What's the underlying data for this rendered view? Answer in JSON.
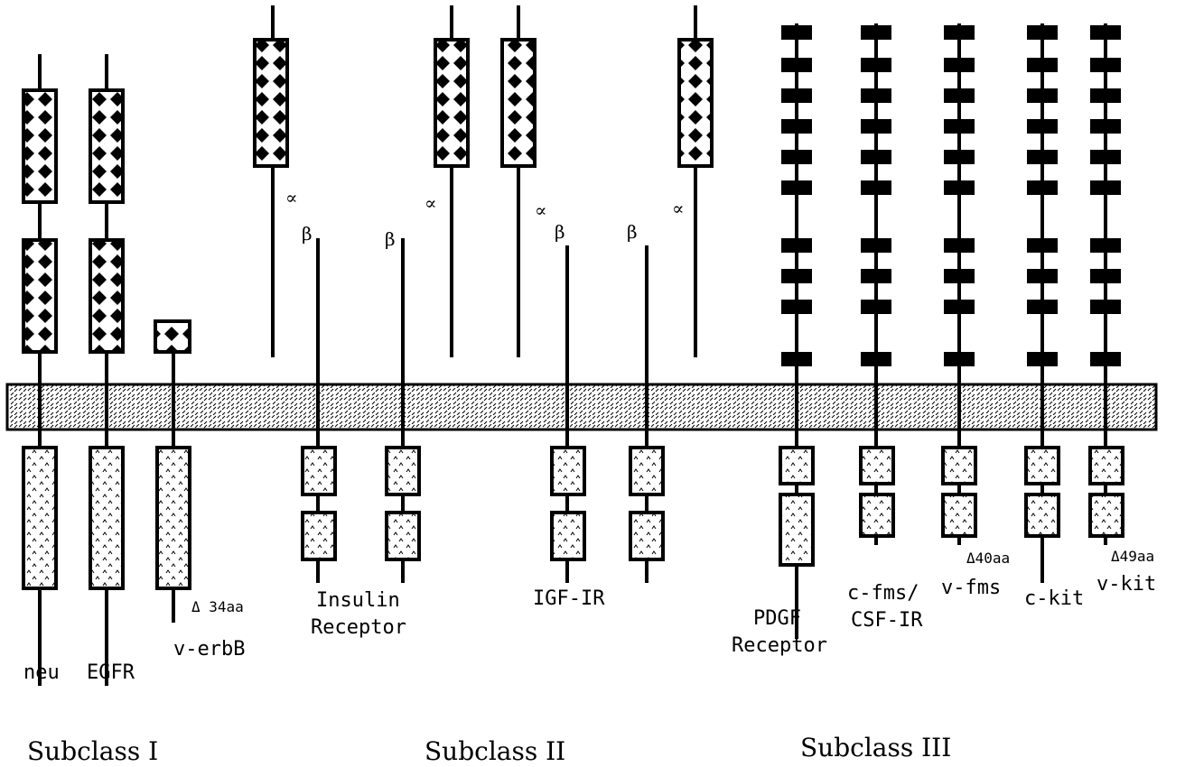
{
  "receptors": {
    "neu": "neu",
    "egfr": "EGFR",
    "v_erbb": "v-erbB",
    "v_erbb_deletion": "Δ 34aa",
    "insulin_receptor": [
      "Insulin",
      "Receptor"
    ],
    "igf_ir": "IGF-IR",
    "pdgf_receptor": [
      "PDGF",
      "Receptor"
    ],
    "c_fms": [
      "c-fms/",
      "CSF-IR"
    ],
    "v_fms": "v-fms",
    "v_fms_deletion": "Δ40aa",
    "c_kit": "c-kit",
    "v_kit": "v-kit",
    "v_kit_deletion": "Δ49aa"
  },
  "subunits": {
    "alpha": "∝",
    "beta": "β"
  },
  "subclasses": {
    "one": "Subclass I",
    "two": "Subclass II",
    "three": "Subclass III"
  }
}
